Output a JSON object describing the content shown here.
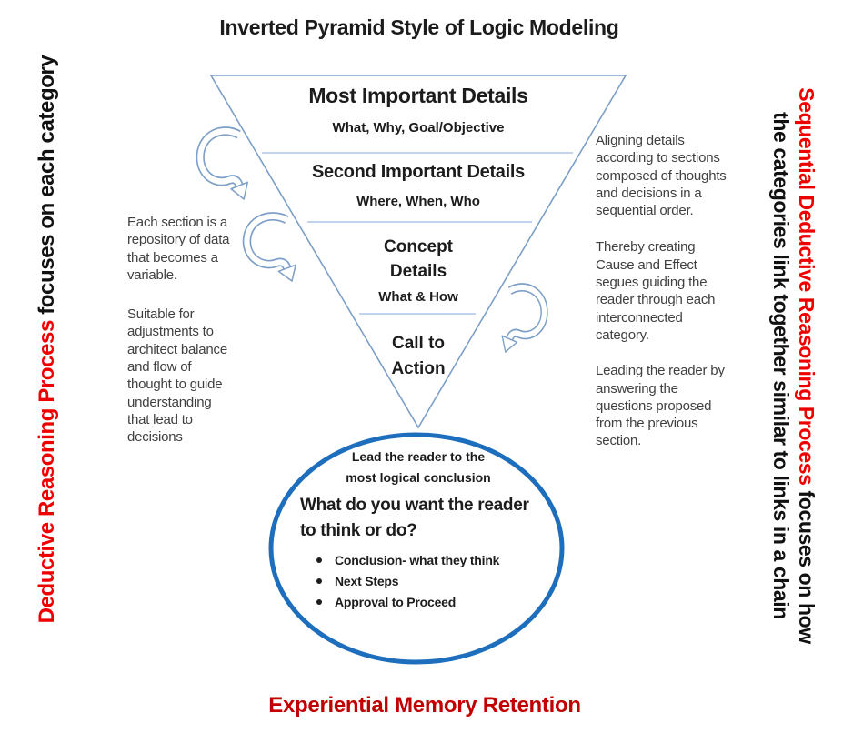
{
  "title": "Inverted Pyramid Style of Logic Modeling",
  "footer": "Experiential Memory Retention",
  "left_rotated": {
    "red": "Deductive Reasoning Process",
    "black": " focuses on each category"
  },
  "right_rotated": {
    "line1_red": "Sequential Deductive Reasoning Process",
    "line1_black": " focuses on how",
    "line2": "the categories link together similar to links in a chain"
  },
  "pyramid": {
    "level1": {
      "heading": "Most Important Details",
      "sub": "What, Why, Goal/Objective"
    },
    "level2": {
      "heading": "Second Important Details",
      "sub": "Where, When, Who"
    },
    "level3": {
      "heading_line1": "Concept",
      "heading_line2": "Details",
      "sub": "What & How"
    },
    "level4": {
      "heading_line1": "Call to",
      "heading_line2": "Action"
    }
  },
  "left_notes": {
    "para1_lines": [
      "Each section is a",
      "repository of data",
      "that becomes a",
      "variable."
    ],
    "para2_lines": [
      "Suitable for",
      "adjustments to",
      "architect balance",
      "and flow of",
      "thought to guide",
      "understanding",
      "that lead to",
      "decisions"
    ]
  },
  "right_notes": {
    "para1_lines": [
      "Aligning details",
      "according to sections",
      "composed of thoughts",
      "and decisions in a",
      "sequential order."
    ],
    "para2_lines": [
      "Thereby creating",
      "Cause and Effect",
      "segues guiding the",
      "reader  through each",
      "interconnected",
      "category."
    ],
    "para3_lines": [
      "Leading the reader by",
      "answering the",
      "questions proposed",
      "from the previous",
      "section."
    ]
  },
  "conclusion": {
    "lead_line1": "Lead the reader to the",
    "lead_line2": "most logical conclusion",
    "question_line1": "What do you want the reader",
    "question_line2": "to think or do?",
    "bullets": [
      "Conclusion- what they think",
      "Next Steps",
      "Approval to Proceed"
    ]
  },
  "colors": {
    "shape_stroke": "#7d9fc7",
    "divider": "#adc6e5",
    "ellipse_stroke": "#1e6ebe",
    "side_caption_red": "#ee0000",
    "footer_red": "#c00000",
    "note_text": "#404040",
    "main_text": "#1c1c1c"
  },
  "icons": {
    "left_top_arrow": "cycle-arrow",
    "left_mid_arrow": "cycle-arrow",
    "right_arrow": "cycle-arrow-mirrored"
  }
}
